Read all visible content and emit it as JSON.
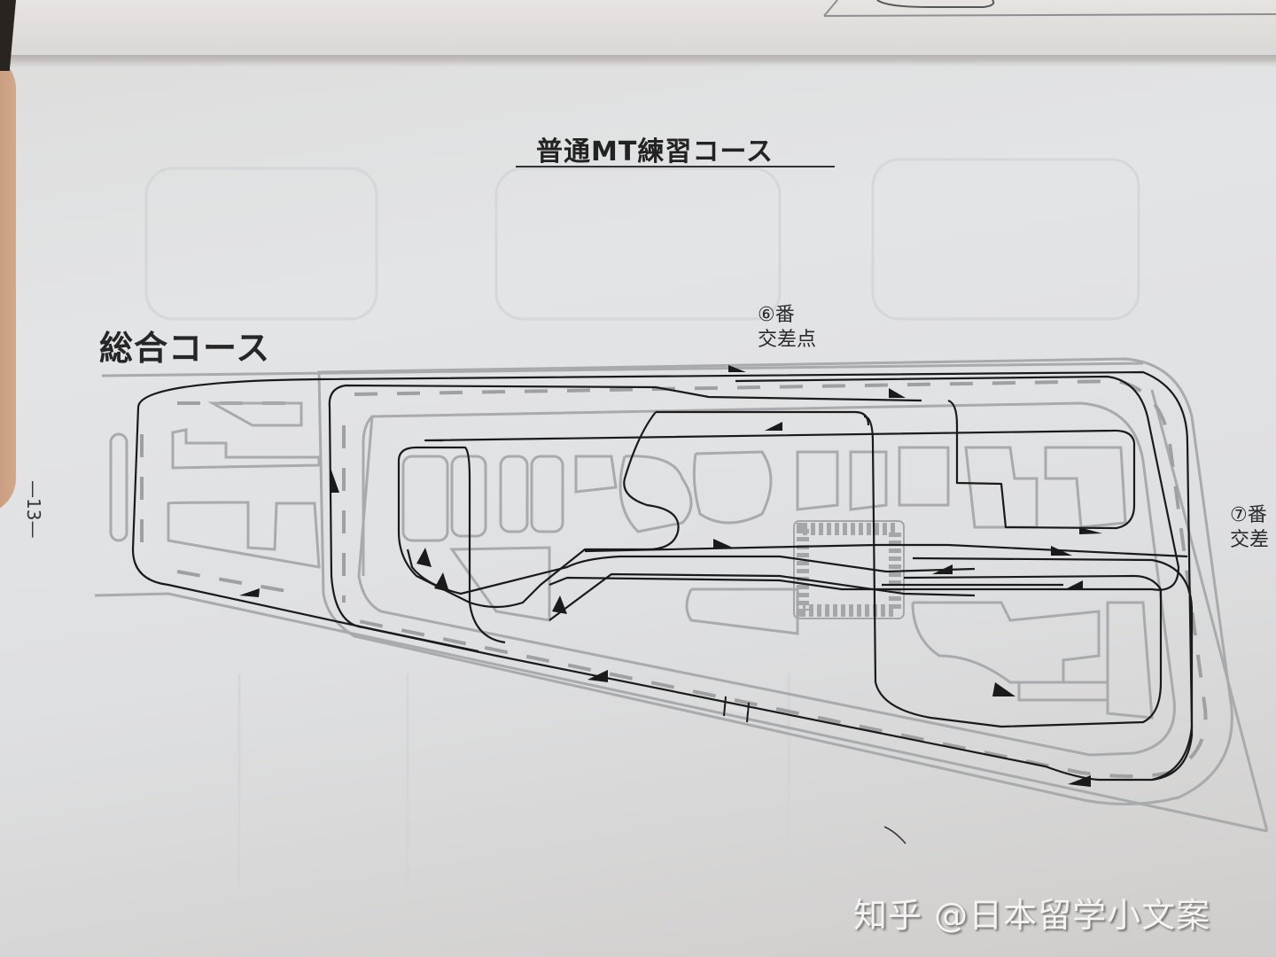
{
  "page": {
    "title": "普通MT練習コース",
    "section_title": "総合コース",
    "page_number": "—13—"
  },
  "map": {
    "labels": [
      {
        "id": "intersection-6",
        "line1": "⑥番",
        "line2": "交差点"
      },
      {
        "id": "intersection-7",
        "line1": "⑦番",
        "line2": "交差"
      }
    ],
    "route_color": "#1a1a1a",
    "road_outline_color": "#a9aaab",
    "lane_dash_color": "#9fa0a1"
  },
  "watermark": {
    "text": "知乎 @日本留学小文案"
  }
}
